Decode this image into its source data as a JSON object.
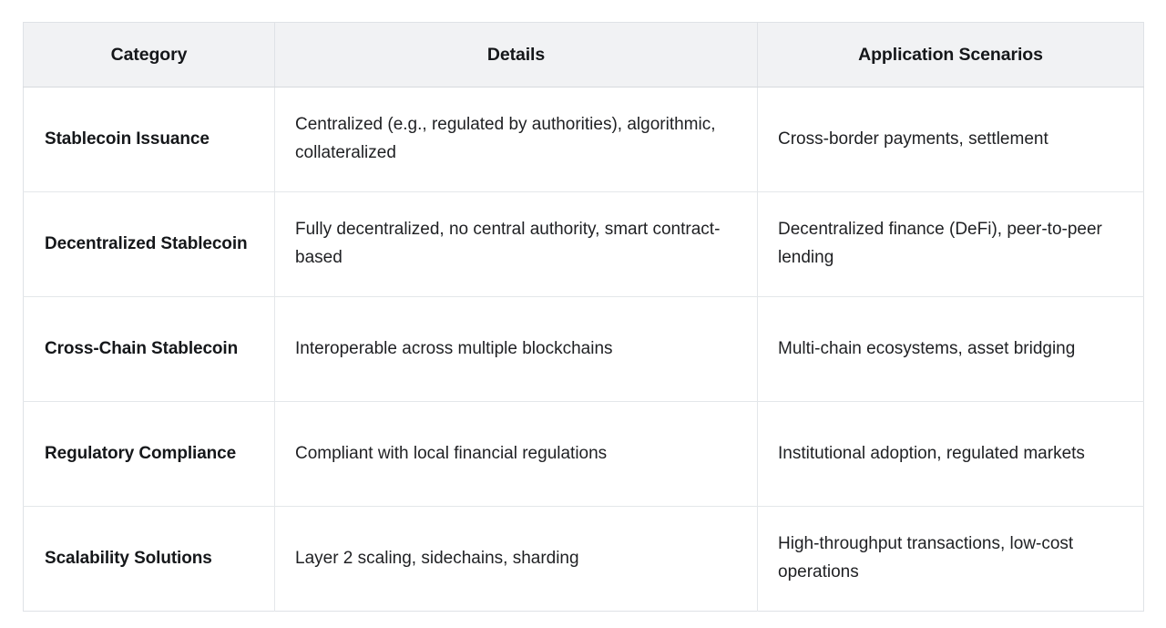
{
  "table": {
    "columns": [
      {
        "key": "category",
        "label": "Category"
      },
      {
        "key": "details",
        "label": "Details"
      },
      {
        "key": "scenarios",
        "label": "Application Scenarios"
      }
    ],
    "rows": [
      {
        "category": "Stablecoin Issuance",
        "details": "Centralized (e.g., regulated by authorities), algorithmic, collateralized",
        "scenarios": "Cross-border payments, settlement"
      },
      {
        "category": "Decentralized Stablecoin",
        "details": "Fully decentralized, no central authority, smart contract-based",
        "scenarios": "Decentralized finance (DeFi), peer-to-peer lending"
      },
      {
        "category": "Cross-Chain Stablecoin",
        "details": "Interoperable across multiple blockchains",
        "scenarios": "Multi-chain ecosystems, asset bridging"
      },
      {
        "category": "Regulatory Compliance",
        "details": "Compliant with local financial regulations",
        "scenarios": "Institutional adoption, regulated markets"
      },
      {
        "category": "Scalability Solutions",
        "details": "Layer 2 scaling, sidechains, sharding",
        "scenarios": "High-throughput transactions, low-cost operations"
      }
    ]
  },
  "colors": {
    "header_background": "#f1f2f4",
    "border": "#e4e7ea",
    "outer_border": "#dfe2e6",
    "text": "#1f2023",
    "heading_text": "#15171a",
    "page_background": "#ffffff"
  }
}
